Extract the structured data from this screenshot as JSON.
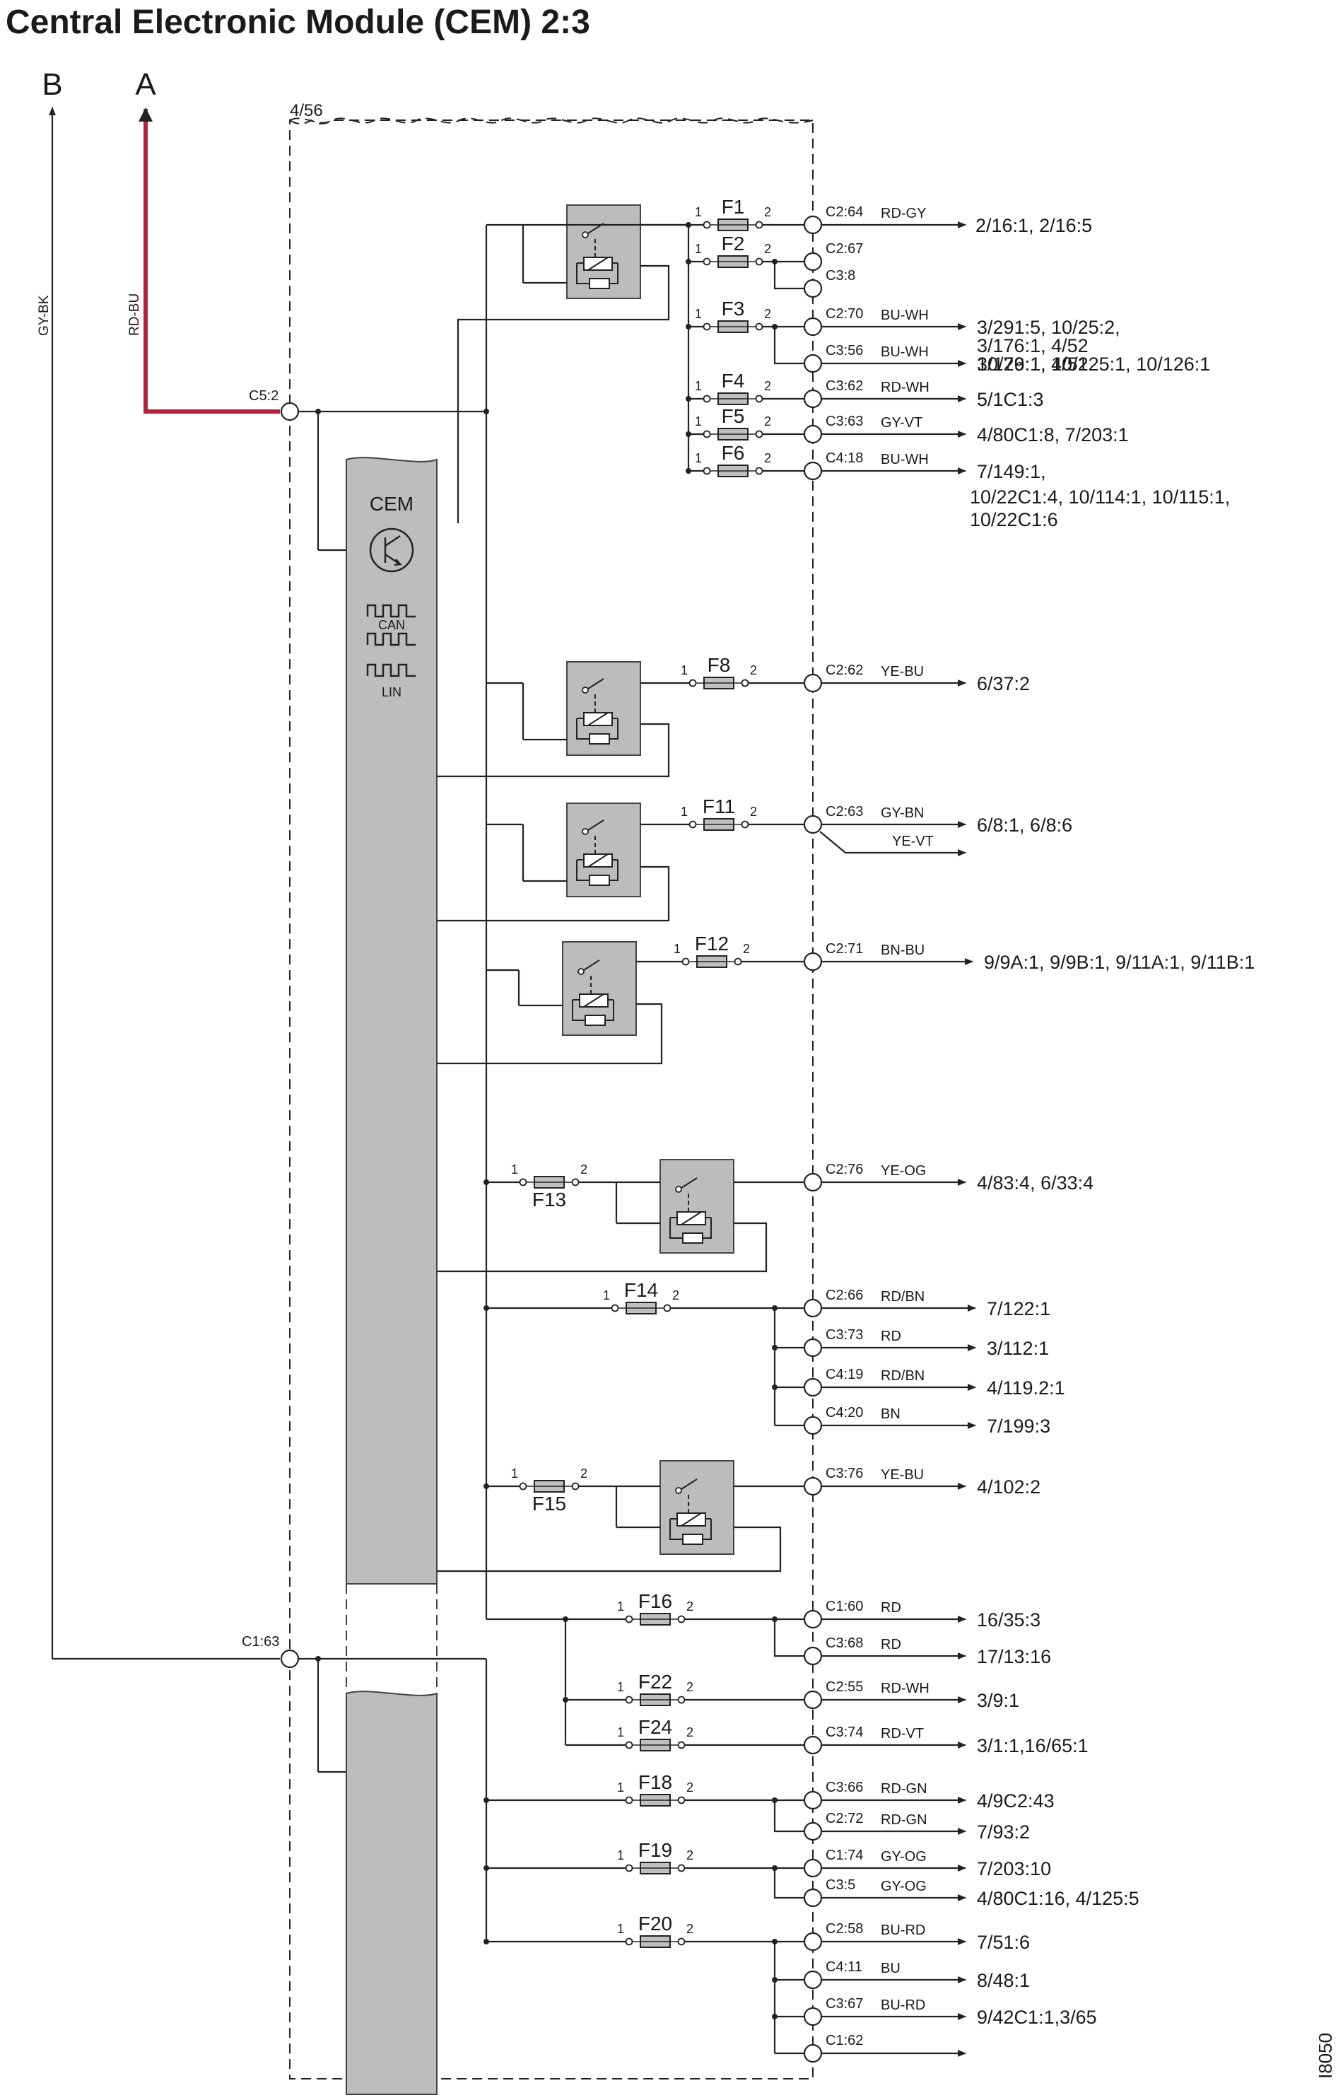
{
  "title": "Central Electronic Module (CEM) 2:3",
  "figure_id": "I8050",
  "module": {
    "name": "CEM",
    "can_label": "CAN",
    "lin_label": "LIN",
    "frame_ref": "4/56"
  },
  "inputs": [
    {
      "id": "B",
      "wire_color": "GY-BK",
      "pin": "C1:63"
    },
    {
      "id": "A",
      "wire_color": "RD-BU",
      "pin": "C5:2"
    }
  ],
  "feeds": [
    {
      "fuse": "F1",
      "pins": [
        {
          "pin": "C2:64",
          "color": "RD-GY",
          "dest": "2/16:1, 2/16:5"
        }
      ]
    },
    {
      "fuse": "F2",
      "pins": [
        {
          "pin": "C2:67",
          "color": "",
          "dest": ""
        },
        {
          "pin": "C3:8",
          "color": "",
          "dest": ""
        }
      ]
    },
    {
      "fuse": "F3",
      "pins": [
        {
          "pin": "C2:70",
          "color": "BU-WH",
          "dest": "3/291:5, 10/25:2,"
        },
        {
          "pin": "C3:56",
          "color": "BU-WH",
          "dest": "3/176:1, 4/52"
        }
      ],
      "dest_extra": "10/29:1, 10/125:1, 10/126:1"
    },
    {
      "fuse": "F4",
      "pins": [
        {
          "pin": "C3:62",
          "color": "RD-WH",
          "dest": "5/1C1:3"
        }
      ]
    },
    {
      "fuse": "F5",
      "pins": [
        {
          "pin": "C3:63",
          "color": "GY-VT",
          "dest": "4/80C1:8, 7/203:1"
        }
      ]
    },
    {
      "fuse": "F6",
      "pins": [
        {
          "pin": "C4:18",
          "color": "BU-WH",
          "dest": "7/149:1,"
        }
      ],
      "dest_lines": [
        "10/22C1:4, 10/114:1, 10/115:1,",
        "10/22C1:6"
      ]
    },
    {
      "fuse": "F8",
      "pins": [
        {
          "pin": "C2:62",
          "color": "YE-BU",
          "dest": "6/37:2"
        }
      ]
    },
    {
      "fuse": "F11",
      "pins": [
        {
          "pin": "C2:63",
          "color": "GY-BN",
          "dest": "6/8:1, 6/8:6"
        }
      ],
      "second_color": "YE-VT"
    },
    {
      "fuse": "F12",
      "pins": [
        {
          "pin": "C2:71",
          "color": "BN-BU",
          "dest": "9/9A:1, 9/9B:1, 9/11A:1, 9/11B:1"
        }
      ]
    },
    {
      "fuse": "F13",
      "pins": [
        {
          "pin": "C2:76",
          "color": "YE-OG",
          "dest": "4/83:4, 6/33:4"
        }
      ]
    },
    {
      "fuse": "F14",
      "pins": [
        {
          "pin": "C2:66",
          "color": "RD/BN",
          "dest": "7/122:1"
        },
        {
          "pin": "C3:73",
          "color": "RD",
          "dest": "3/112:1"
        },
        {
          "pin": "C4:19",
          "color": "RD/BN",
          "dest": "4/119.2:1"
        },
        {
          "pin": "C4:20",
          "color": "BN",
          "dest": "7/199:3"
        }
      ]
    },
    {
      "fuse": "F15",
      "pins": [
        {
          "pin": "C3:76",
          "color": "YE-BU",
          "dest": "4/102:2"
        }
      ]
    },
    {
      "fuse": "F16",
      "pins": [
        {
          "pin": "C1:60",
          "color": "RD",
          "dest": "16/35:3"
        },
        {
          "pin": "C3:68",
          "color": "RD",
          "dest": "17/13:16"
        }
      ]
    },
    {
      "fuse": "F22",
      "pins": [
        {
          "pin": "C2:55",
          "color": "RD-WH",
          "dest": "3/9:1"
        }
      ]
    },
    {
      "fuse": "F24",
      "pins": [
        {
          "pin": "C3:74",
          "color": "RD-VT",
          "dest": "3/1:1,16/65:1"
        }
      ]
    },
    {
      "fuse": "F18",
      "pins": [
        {
          "pin": "C3:66",
          "color": "RD-GN",
          "dest": "4/9C2:43"
        },
        {
          "pin": "C2:72",
          "color": "RD-GN",
          "dest": "7/93:2"
        }
      ]
    },
    {
      "fuse": "F19",
      "pins": [
        {
          "pin": "C1:74",
          "color": "GY-OG",
          "dest": "7/203:10"
        },
        {
          "pin": "C3:5",
          "color": "GY-OG",
          "dest": "4/80C1:16, 4/125:5"
        }
      ]
    },
    {
      "fuse": "F20",
      "pins": [
        {
          "pin": "C2:58",
          "color": "BU-RD",
          "dest": "7/51:6"
        },
        {
          "pin": "C4:11",
          "color": "BU",
          "dest": "8/48:1"
        },
        {
          "pin": "C3:67",
          "color": "BU-RD",
          "dest": "9/42C1:1,3/65"
        },
        {
          "pin": "C1:62",
          "color": "",
          "dest": ""
        }
      ]
    }
  ],
  "fuse_pin_labels": {
    "in": "1",
    "out": "2"
  },
  "colors": {
    "highlight_wire": "#b5213a",
    "module_fill": "#bdbdbd",
    "line": "#222222"
  }
}
